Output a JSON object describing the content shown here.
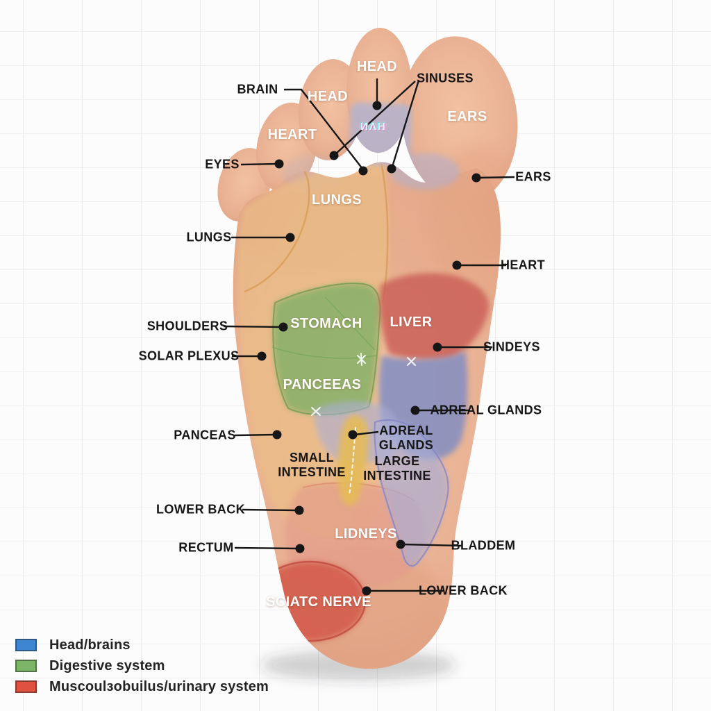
{
  "title": "foot-reflexology-chart",
  "labels": {
    "head_top": "HEAD",
    "brain": "BRAIN",
    "head_toe": "HEAD",
    "sinuses": "SINUSES",
    "heart_toe": "HEART",
    "ears_toe": "EARS",
    "toe_band": "ИΛН",
    "eyes": "EYES",
    "lungs_zone": "LUNGS",
    "lungs": "LUNGS",
    "ears": "EARS",
    "heart": "HEART",
    "shoulders": "SHOULDERS",
    "stomach": "STOMACH",
    "liver": "LIVER",
    "solar_plexus": "SOLAR PLEXUS",
    "panceeas": "PANCEEAS",
    "sindeys": "SINDEYS",
    "adreal_glands": "ADREAL GLANDS",
    "adreal_glands_center": "ADREAL\nGLANDS",
    "panceas": "PANCEAS",
    "small_intestine": "SMALL\nINTESTINE",
    "large_intestine": "LARGE\nINTESTINE",
    "lower_back": "LOWER BACK",
    "rectum": "RECTUM",
    "lidneys": "LIDNEYS",
    "bladdem": "BLADDEM",
    "lower_back_right": "LOWER BACK",
    "sciatc_nerve": "SCIATC NERVE"
  },
  "legend": {
    "items": [
      {
        "label": "Head/brains",
        "color": "#3f86d2"
      },
      {
        "label": "Digestive system",
        "color": "#7cb568"
      },
      {
        "label": "Muscoulзobuilus/urinary system",
        "color": "#e05140"
      }
    ]
  },
  "colors": {
    "skin": "#e9b193",
    "skin_deep": "#dfa07f",
    "chest": "#ebbd86",
    "zone_outline": "#d6984f",
    "digestive": "#82b167",
    "digestive_edge": "#58903f",
    "liver": "#cb6158",
    "intestine_blue": "#7d8cc4",
    "lavender": "#a9aed6",
    "spine_yellow": "#e5bb58",
    "kidney": "#e3998a",
    "kidney_edge": "#d97b66",
    "sciatic": "#d3584a",
    "sciatic_edge": "#bf4a3d",
    "toe_band": "#b2b3cf",
    "line": "#161616"
  }
}
